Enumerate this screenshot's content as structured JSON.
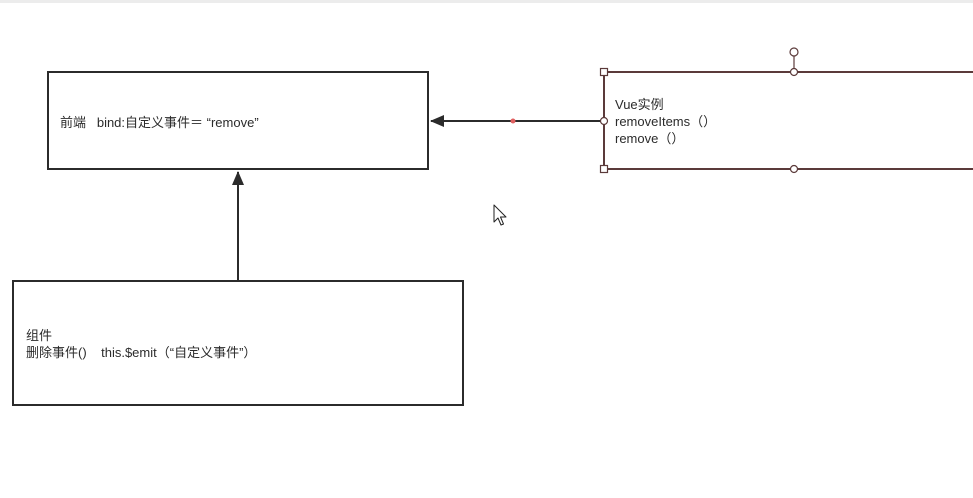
{
  "diagram": {
    "nodes": {
      "frontend": {
        "text": "前端   bind:自定义事件＝ “remove”"
      },
      "vue_instance": {
        "lines": [
          "Vue实例",
          "removeItems（）",
          "remove（）"
        ]
      },
      "component": {
        "lines": [
          "组件",
          "删除事件()    this.$emit（“自定义事件”）"
        ]
      }
    },
    "edges": [
      {
        "from": "vue_instance",
        "to": "frontend"
      },
      {
        "from": "component",
        "to": "frontend"
      }
    ]
  },
  "colors": {
    "box_stroke": "#2b2b2b",
    "selected_stroke": "#5b3a3a",
    "handle_fill": "#ffffff",
    "handle_stroke": "#5b3a3a",
    "midpoint_red": "#e06060",
    "toolbar_bg": "#ececec"
  },
  "icons": {
    "cursor": "mouse-pointer-icon"
  }
}
